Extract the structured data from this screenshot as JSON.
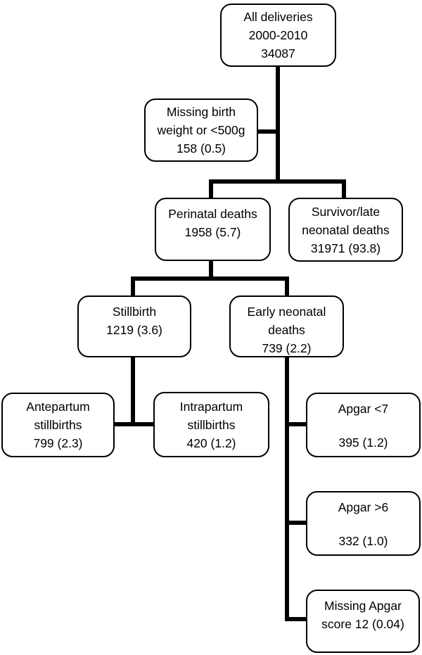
{
  "diagram_type": "flowchart",
  "colors": {
    "background": "#ffffff",
    "line": "#000000",
    "box_border": "#000000",
    "box_fill": "#ffffff",
    "text": "#000000"
  },
  "nodes": {
    "all_deliveries": {
      "lines": [
        "All deliveries",
        "2000-2010",
        "34087"
      ]
    },
    "missing_birth_weight": {
      "lines": [
        "Missing birth",
        "weight or <500g",
        "158 (0.5)"
      ]
    },
    "perinatal_deaths": {
      "lines": [
        "Perinatal deaths",
        "1958 (5.7)"
      ]
    },
    "survivor_late_neonatal": {
      "lines": [
        "Survivor/late",
        "neonatal deaths",
        "31971 (93.8)"
      ]
    },
    "stillbirth": {
      "lines": [
        "Stillbirth",
        "1219 (3.6)"
      ]
    },
    "early_neonatal_deaths": {
      "lines": [
        "Early neonatal",
        "deaths",
        "739 (2.2)"
      ]
    },
    "antepartum_stillbirths": {
      "lines": [
        "Antepartum",
        "stillbirths",
        "799 (2.3)"
      ]
    },
    "intrapartum_stillbirths": {
      "lines": [
        "Intrapartum",
        "stillbirths",
        "420 (1.2)"
      ]
    },
    "apgar_lt7": {
      "lines": [
        "Apgar <7",
        "395 (1.2)"
      ]
    },
    "apgar_gt6": {
      "lines": [
        "Apgar >6",
        "332 (1.0)"
      ]
    },
    "missing_apgar": {
      "lines": [
        "Missing Apgar",
        "score 12 (0.04)"
      ]
    }
  }
}
